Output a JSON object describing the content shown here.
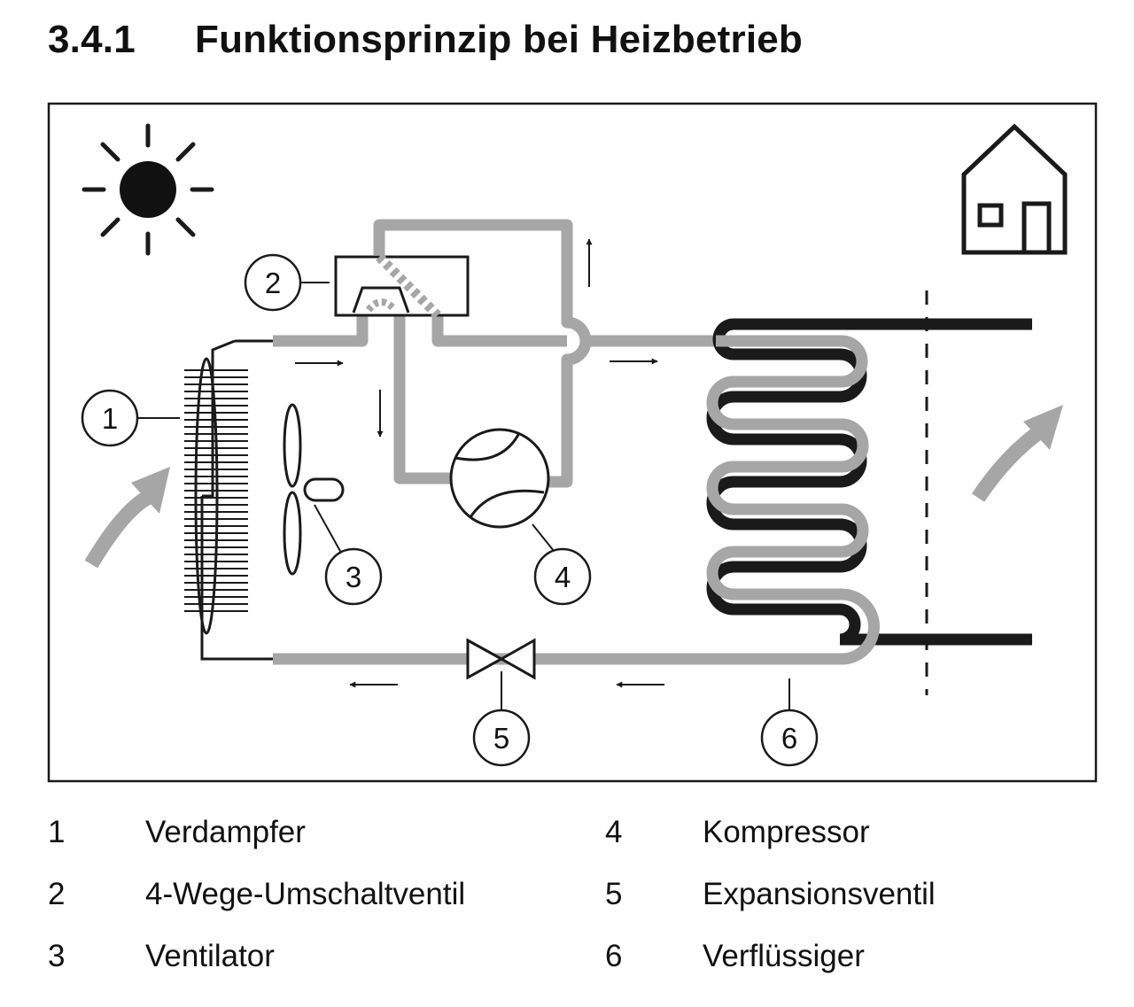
{
  "section": {
    "number": "3.4.1",
    "title": "Funktionsprinzip bei Heizbetrieb"
  },
  "colors": {
    "refrigerant_line": "#a6a6a6",
    "water_line": "#1a1a1a",
    "outline": "#1a1a1a",
    "airflow_arrow": "#a6a6a6"
  },
  "icons": [
    "sun-icon",
    "house-icon"
  ],
  "callouts": [
    "1",
    "2",
    "3",
    "4",
    "5",
    "6"
  ],
  "legend": [
    {
      "num": "1",
      "label": "Verdampfer"
    },
    {
      "num": "2",
      "label": "4-Wege-Umschaltventil"
    },
    {
      "num": "3",
      "label": "Ventilator"
    },
    {
      "num": "4",
      "label": "Kompressor"
    },
    {
      "num": "5",
      "label": "Expansionsventil"
    },
    {
      "num": "6",
      "label": "Verflüssiger"
    }
  ]
}
